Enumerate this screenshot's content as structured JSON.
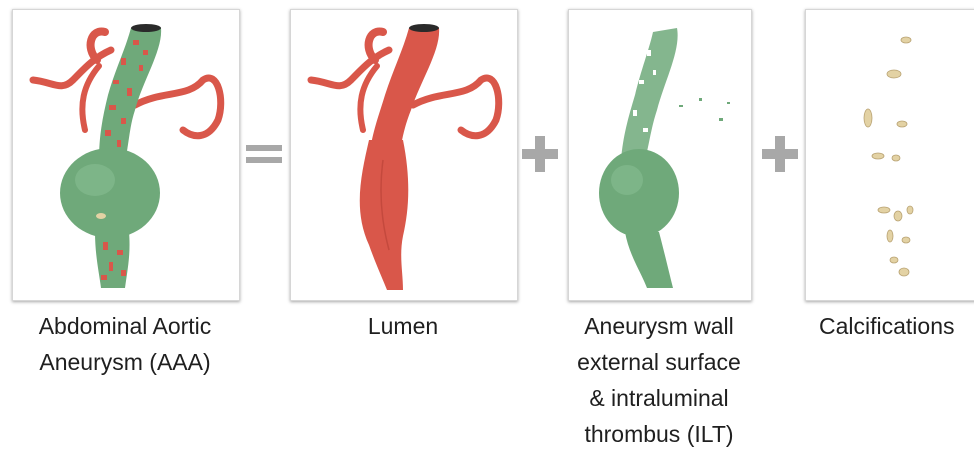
{
  "panels": [
    {
      "id": "aaa",
      "caption": [
        "Abdominal Aortic",
        "Aneurysm (AAA)"
      ]
    },
    {
      "id": "lumen",
      "caption": [
        "Lumen"
      ]
    },
    {
      "id": "wall",
      "caption": [
        "Aneurysm wall",
        "external surface",
        "& intraluminal",
        "thrombus (ILT)"
      ]
    },
    {
      "id": "calc",
      "caption": [
        "Calcifications"
      ]
    }
  ],
  "operators": {
    "equals": "=",
    "plus1": "+",
    "plus2": "+"
  },
  "colors": {
    "lumen": "#d9574a",
    "wall": "#6fa97a",
    "calcification": "#e3d2a4",
    "operator": "#a8a8a8"
  }
}
